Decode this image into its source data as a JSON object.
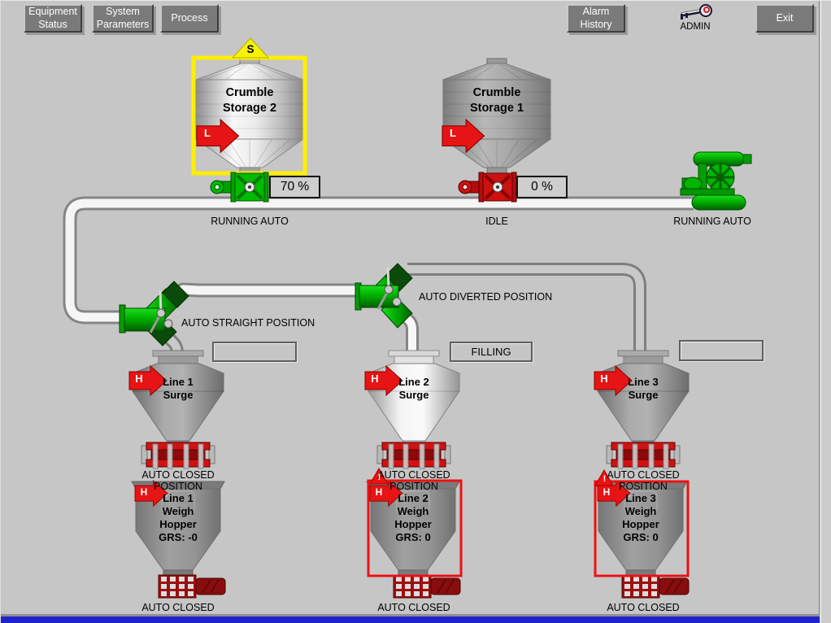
{
  "toolbar": {
    "equipment_status": "Equipment\nStatus",
    "system_parameters": "System\nParameters",
    "process": "Process",
    "alarm_history": "Alarm\nHistory",
    "exit": "Exit"
  },
  "user": {
    "name": "ADMIN",
    "icon": "key-icon"
  },
  "storages": [
    {
      "title": "Crumble\nStorage 2",
      "percent": "70 %",
      "status": "RUNNING AUTO",
      "level_marker": "L",
      "selection_marker": "S",
      "selected": true
    },
    {
      "title": "Crumble\nStorage 1",
      "percent": "0 %",
      "status": "IDLE",
      "level_marker": "L",
      "selected": false
    }
  ],
  "blower": {
    "status": "RUNNING AUTO"
  },
  "diverter_valves": [
    {
      "position": "AUTO STRAIGHT POSITION"
    },
    {
      "position": "AUTO DIVERTED POSITION"
    }
  ],
  "lines": [
    {
      "surge": {
        "box": "",
        "title": "Line 1\nSurge",
        "marker": "H",
        "gate": "AUTO CLOSED POSITION",
        "alarm": ""
      },
      "weigh": {
        "marker": "H",
        "title": "Line 1\nWeigh\nHopper\nGRS: -0",
        "gate": "AUTO CLOSED POSITION",
        "alarmed": false
      }
    },
    {
      "surge": {
        "box": "FILLING",
        "title": "Line 2\nSurge",
        "marker": "H",
        "gate": "AUTO CLOSED POSITION",
        "alarm": "!"
      },
      "weigh": {
        "marker": "H",
        "title": "Line 2\nWeigh\nHopper\nGRS: 0",
        "gate": "AUTO CLOSED POSITION",
        "alarmed": true
      }
    },
    {
      "surge": {
        "box": "",
        "title": "Line 3\nSurge",
        "marker": "H",
        "gate": "AUTO CLOSED POSITION",
        "alarm": "!"
      },
      "weigh": {
        "marker": "H",
        "title": "Line 3\nWeigh\nHopper\nGRS: 0",
        "gate": "AUTO CLOSED POSITION",
        "alarmed": true
      }
    }
  ],
  "colors": {
    "running_green": "#00b400",
    "stopped_red": "#cc1111",
    "alarm_red": "#ee1111",
    "selection_yellow": "#ffee00",
    "background": "#c6c6c6",
    "taskbar_blue": "#2222cc"
  }
}
